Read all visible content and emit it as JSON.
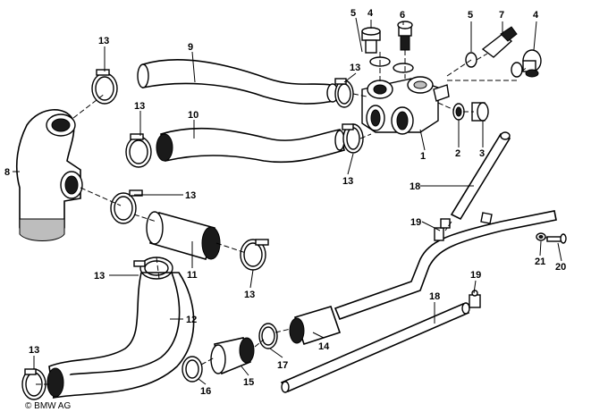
{
  "diagram": {
    "callouts": [
      "13",
      "9",
      "5",
      "4",
      "6",
      "5",
      "7",
      "4",
      "13",
      "10",
      "13",
      "1",
      "2",
      "3",
      "8",
      "13",
      "18",
      "19",
      "13",
      "11",
      "21",
      "20",
      "13",
      "12",
      "13",
      "14",
      "17",
      "18",
      "19",
      "13",
      "16",
      "15"
    ],
    "copyright": "© BMW AG"
  }
}
